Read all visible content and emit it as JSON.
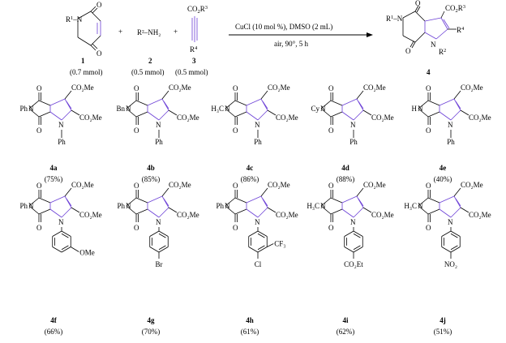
{
  "colors": {
    "ink": "#000000",
    "pyrrole_bond": "#6b3fd6",
    "background": "#ffffff"
  },
  "reaction": {
    "reagent1": {
      "label": "1",
      "amount": "(0.7 mmol)"
    },
    "reagent2": {
      "label": "2",
      "formula": "R²–NH₂",
      "amount": "(0.5 mmol)"
    },
    "reagent3": {
      "label": "3",
      "amount": "(0.5 mmol)"
    },
    "conditions_top": "CuCl (10 mol %), DMSO (2 mL)",
    "conditions_bottom": "air, 90°, 5 h",
    "product": {
      "label": "4"
    }
  },
  "products": [
    {
      "id": "4a",
      "yield": "(75%)",
      "imide_n": "Ph",
      "n_sub": "Ph",
      "ester_top": "CO₂Me",
      "ester_side": "CO₂Me"
    },
    {
      "id": "4b",
      "yield": "(85%)",
      "imide_n": "Bn",
      "n_sub": "Ph",
      "ester_top": "CO₂Me",
      "ester_side": "CO₂Me"
    },
    {
      "id": "4c",
      "yield": "(86%)",
      "imide_n": "H₃C",
      "n_sub": "Ph",
      "ester_top": "CO₂Me",
      "ester_side": "CO₂Me"
    },
    {
      "id": "4d",
      "yield": "(88%)",
      "imide_n": "Cy",
      "n_sub": "Ph",
      "ester_top": "CO₂Me",
      "ester_side": "CO₂Me"
    },
    {
      "id": "4e",
      "yield": "(40%)",
      "imide_n": "H",
      "n_sub": "Ph",
      "ester_top": "CO₂Me",
      "ester_side": "CO₂Me"
    },
    {
      "id": "4f",
      "yield": "(66%)",
      "imide_n": "Ph",
      "aryl_sub": "OMe",
      "ester_top": "CO₂Me",
      "ester_side": "CO₂Me"
    },
    {
      "id": "4g",
      "yield": "(70%)",
      "imide_n": "Ph",
      "aryl_sub": "Br",
      "ester_top": "CO₂Me",
      "ester_side": "CO₂Me"
    },
    {
      "id": "4h",
      "yield": "(61%)",
      "imide_n": "Ph",
      "aryl_sub": "Cl",
      "aryl_sub2": "CF₃",
      "ester_top": "CO₂Me",
      "ester_side": "CO₂Me"
    },
    {
      "id": "4i",
      "yield": "(62%)",
      "imide_n": "H₃C",
      "aryl_sub": "CO₂Et",
      "ester_top": "CO₂Me",
      "ester_side": "CO₂Me"
    },
    {
      "id": "4j",
      "yield": "(51%)",
      "imide_n": "H₃C",
      "aryl_sub": "NO₂",
      "ester_top": "CO₂Me",
      "ester_side": "CO₂Me"
    }
  ]
}
